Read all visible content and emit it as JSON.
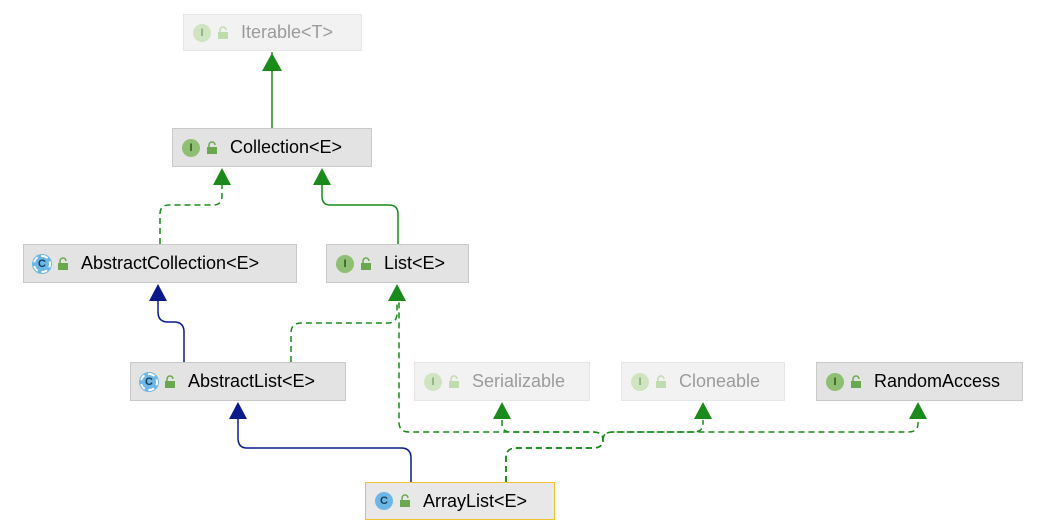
{
  "colors": {
    "realization": "#1a8a1a",
    "inheritance": "#0a1a8a",
    "selected_border": "#f0c430"
  },
  "nodes": {
    "iterable": {
      "label": "Iterable<T>",
      "kind_letter": "I",
      "kind": "interface"
    },
    "collection": {
      "label": "Collection<E>",
      "kind_letter": "I",
      "kind": "interface"
    },
    "abstract_collection": {
      "label": "AbstractCollection<E>",
      "kind_letter": "C",
      "kind": "abstract-class"
    },
    "list": {
      "label": "List<E>",
      "kind_letter": "I",
      "kind": "interface"
    },
    "abstract_list": {
      "label": "AbstractList<E>",
      "kind_letter": "C",
      "kind": "abstract-class"
    },
    "serializable": {
      "label": "Serializable",
      "kind_letter": "I",
      "kind": "interface"
    },
    "cloneable": {
      "label": "Cloneable",
      "kind_letter": "I",
      "kind": "interface"
    },
    "random_access": {
      "label": "RandomAccess",
      "kind_letter": "I",
      "kind": "interface"
    },
    "array_list": {
      "label": "ArrayList<E>",
      "kind_letter": "C",
      "kind": "class"
    }
  },
  "icons": {
    "kind_badge": "class-kind-icon",
    "visibility": "unlock-icon"
  }
}
